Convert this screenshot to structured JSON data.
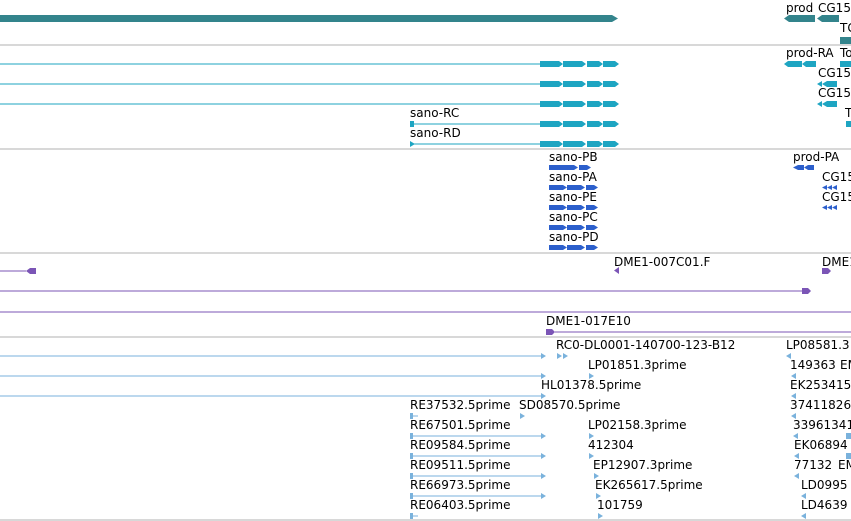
{
  "colors": {
    "gene": "#33848c",
    "transcript": "#1ea5c2",
    "protein": "#2c5fcc",
    "clone": "#7b55b6",
    "est": "#7ab2dc",
    "divider": "#b0b0b0"
  },
  "tracks": {
    "gene": {
      "labels": [
        "prod",
        "CG15"
      ],
      "clipped_labels": [
        "TG"
      ]
    },
    "transcripts": {
      "labels": [
        "sano-RC",
        "sano-RD",
        "prod-RA",
        "CG15",
        "CG15"
      ],
      "clipped_labels": [
        "To",
        "T"
      ]
    },
    "proteins": {
      "labels": [
        "sano-PB",
        "sano-PA",
        "sano-PE",
        "sano-PC",
        "sano-PD",
        "prod-PA",
        "CG15",
        "CG15"
      ]
    },
    "clones": {
      "labels": [
        "DME1-007C01.F",
        "DME1-017E10"
      ],
      "clipped_labels": [
        "DME1"
      ]
    },
    "ests": {
      "labels": [
        "RC0-DL0001-140700-123-B12",
        "LP08581.3",
        "LP01851.3prime",
        "149363",
        "EM",
        "HL01378.5prime",
        "EK253415",
        "RE37532.5prime",
        "SD08570.5prime",
        "37411826",
        "RE67501.5prime",
        "LP02158.3prime",
        "33961341",
        "RE09584.5prime",
        "412304",
        "EK06894",
        "RE09511.5prime",
        "EP12907.3prime",
        "77132",
        "EM",
        "RE66973.5prime",
        "EK265617.5prime",
        "LD0995",
        "RE06403.5prime",
        "101759",
        "LD4639"
      ]
    }
  }
}
